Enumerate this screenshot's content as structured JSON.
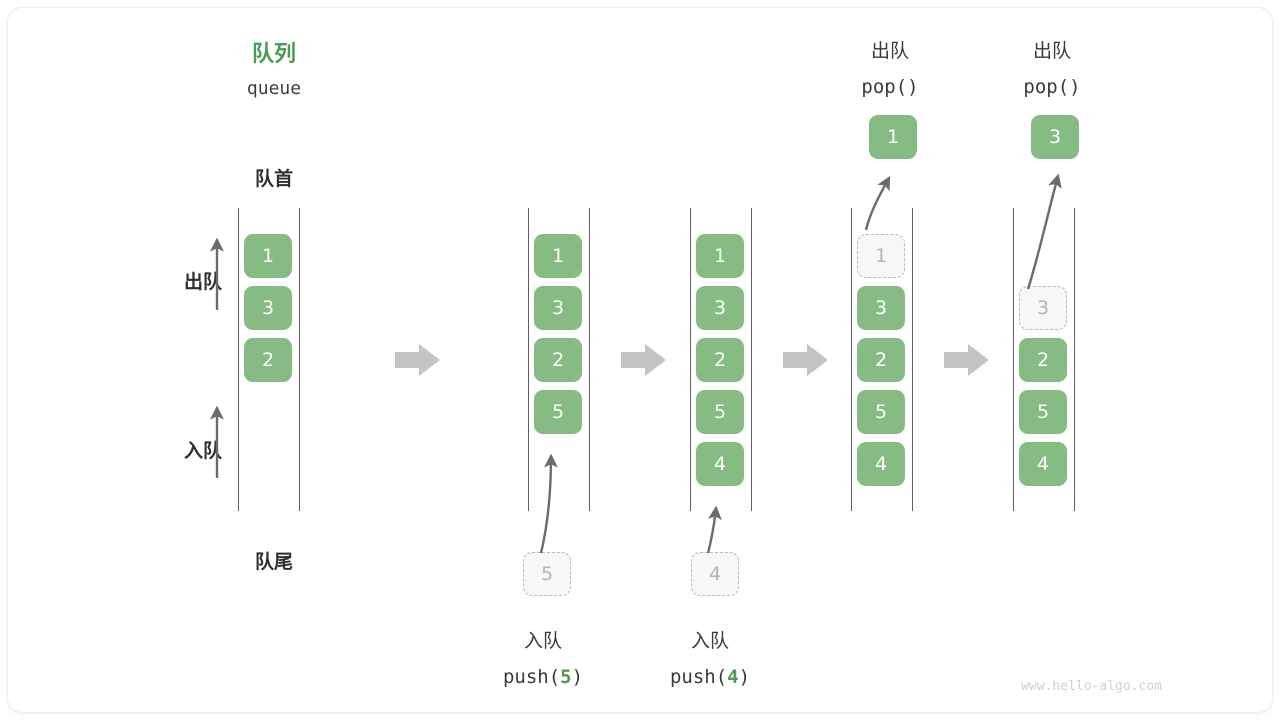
{
  "diagram": {
    "title_cn": "队列",
    "title_en": "queue",
    "front_label": "队首",
    "rear_label": "队尾",
    "dequeue_label": "出队",
    "enqueue_label": "入队",
    "watermark": "www.hello-algo.com",
    "colors": {
      "accent_green": "#86bb83",
      "title_green": "#4d9a52",
      "ghost_fill": "#f7f7f7",
      "ghost_border": "#b9b9b9",
      "rail": "#5e5e5e",
      "arrow_gray": "#6b6b6b",
      "step_arrow": "#c4c4c4",
      "text_dark": "#2f2f2f",
      "watermark_gray": "#cfcfcf"
    }
  },
  "steps": [
    {
      "id": "initial",
      "cells": [
        {
          "value": "1",
          "state": "filled"
        },
        {
          "value": "3",
          "state": "filled"
        },
        {
          "value": "2",
          "state": "filled"
        }
      ],
      "op_cn": "",
      "op_code_prefix": "",
      "op_code_arg": "",
      "op_code_suffix": "",
      "ghost_value": "",
      "popped_value": ""
    },
    {
      "id": "push-5",
      "cells": [
        {
          "value": "1",
          "state": "filled"
        },
        {
          "value": "3",
          "state": "filled"
        },
        {
          "value": "2",
          "state": "filled"
        },
        {
          "value": "5",
          "state": "filled"
        }
      ],
      "op_cn": "入队",
      "op_code_prefix": "push(",
      "op_code_arg": "5",
      "op_code_suffix": ")",
      "ghost_value": "5",
      "popped_value": ""
    },
    {
      "id": "push-4",
      "cells": [
        {
          "value": "1",
          "state": "filled"
        },
        {
          "value": "3",
          "state": "filled"
        },
        {
          "value": "2",
          "state": "filled"
        },
        {
          "value": "5",
          "state": "filled"
        },
        {
          "value": "4",
          "state": "filled"
        }
      ],
      "op_cn": "入队",
      "op_code_prefix": "push(",
      "op_code_arg": "4",
      "op_code_suffix": ")",
      "ghost_value": "4",
      "popped_value": ""
    },
    {
      "id": "pop-1",
      "cells": [
        {
          "value": "1",
          "state": "ghost"
        },
        {
          "value": "3",
          "state": "filled"
        },
        {
          "value": "2",
          "state": "filled"
        },
        {
          "value": "5",
          "state": "filled"
        },
        {
          "value": "4",
          "state": "filled"
        }
      ],
      "op_cn": "出队",
      "op_code_prefix": "pop(",
      "op_code_arg": "",
      "op_code_suffix": ")",
      "ghost_value": "1",
      "popped_value": "1"
    },
    {
      "id": "pop-3",
      "cells": [
        {
          "value": "",
          "state": "empty"
        },
        {
          "value": "3",
          "state": "ghost"
        },
        {
          "value": "2",
          "state": "filled"
        },
        {
          "value": "5",
          "state": "filled"
        },
        {
          "value": "4",
          "state": "filled"
        }
      ],
      "op_cn": "出队",
      "op_code_prefix": "pop(",
      "op_code_arg": "",
      "op_code_suffix": ")",
      "ghost_value": "3",
      "popped_value": "3"
    }
  ],
  "chart_data": {
    "type": "diagram",
    "title": "队列 queue",
    "description": "Queue operations: push(5), push(4), pop(), pop()",
    "columns": [
      {
        "label": "",
        "contents": [
          "1",
          "3",
          "2"
        ]
      },
      {
        "label": "入队 push(5)",
        "contents": [
          "1",
          "3",
          "2",
          "5"
        ]
      },
      {
        "label": "入队 push(4)",
        "contents": [
          "1",
          "3",
          "2",
          "5",
          "4"
        ]
      },
      {
        "label": "出队 pop()",
        "contents": [
          "1(out)",
          "3",
          "2",
          "5",
          "4"
        ]
      },
      {
        "label": "出队 pop()",
        "contents": [
          "3(out)",
          "2",
          "5",
          "4"
        ]
      }
    ]
  }
}
